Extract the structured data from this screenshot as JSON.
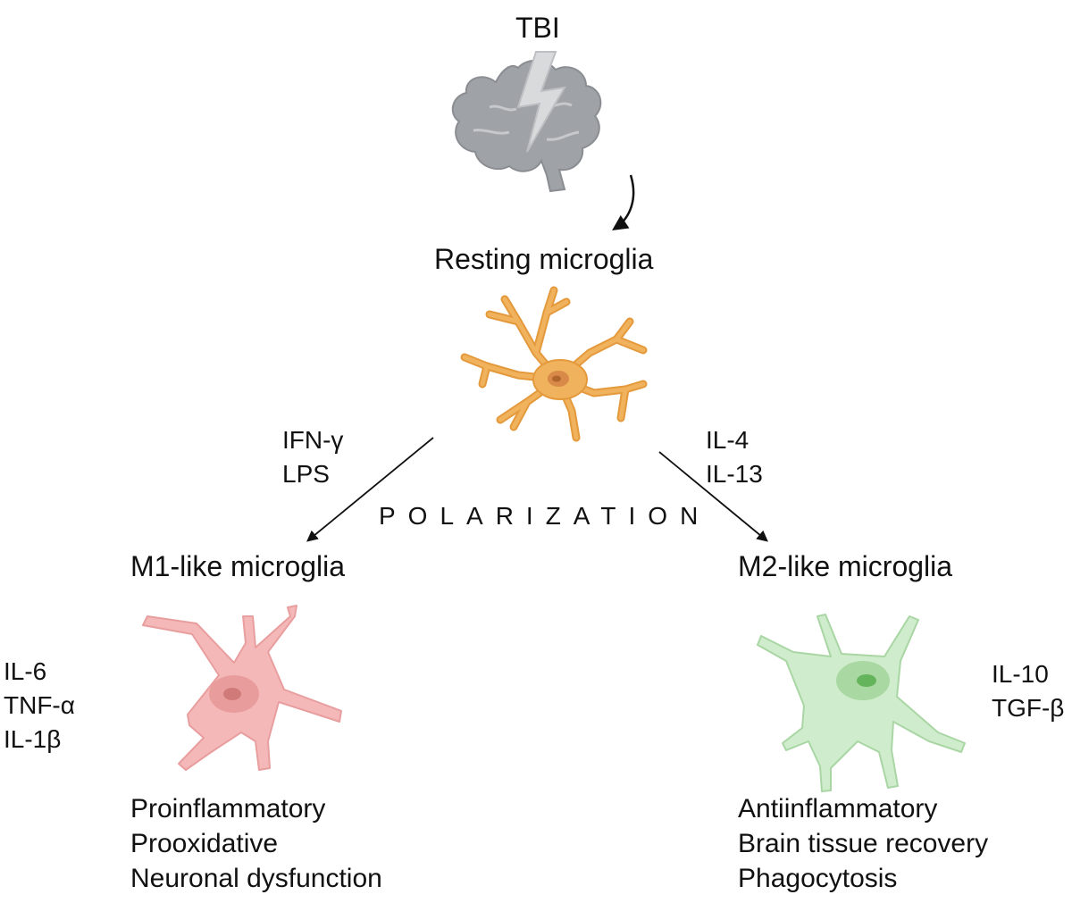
{
  "trigger": {
    "label": "TBI",
    "icon": "brain-lightning-icon"
  },
  "resting": {
    "label": "Resting microglia",
    "icon": "resting-microglia-cell-icon",
    "color": "#f0b25c"
  },
  "process": {
    "label": "POLARIZATION"
  },
  "m1": {
    "inducers": [
      "IFN-γ",
      "LPS"
    ],
    "label": "M1-like microglia",
    "cytokines": [
      "IL-6",
      "TNF-α",
      "IL-1β"
    ],
    "effects": [
      "Proinflammatory",
      "Prooxidative",
      "Neuronal dysfunction"
    ],
    "icon": "m1-microglia-cell-icon",
    "color": "#f5b8b8"
  },
  "m2": {
    "inducers": [
      "IL-4",
      "IL-13"
    ],
    "label": "M2-like microglia",
    "cytokines": [
      "IL-10",
      "TGF-β"
    ],
    "effects": [
      "Antiinflammatory",
      "Brain tissue recovery",
      "Phagocytosis"
    ],
    "icon": "m2-microglia-cell-icon",
    "color": "#cfeccc"
  }
}
